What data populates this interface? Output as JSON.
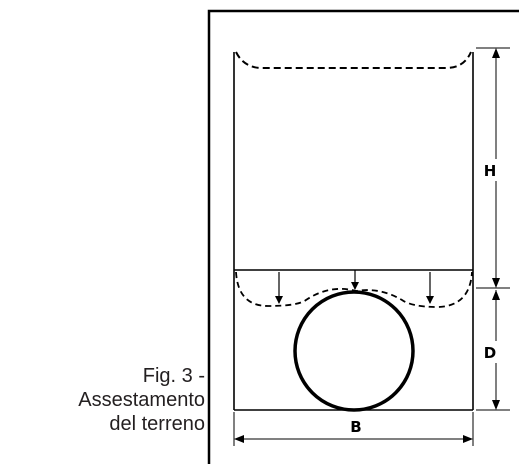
{
  "caption": {
    "line1": "Fig. 3 -",
    "line2": "Assestamento",
    "line3": "del terreno"
  },
  "labels": {
    "h": "H",
    "d": "D",
    "b": "B"
  },
  "colors": {
    "ink": "#000000",
    "caption_text": "#231f20",
    "background": "#ffffff"
  }
}
